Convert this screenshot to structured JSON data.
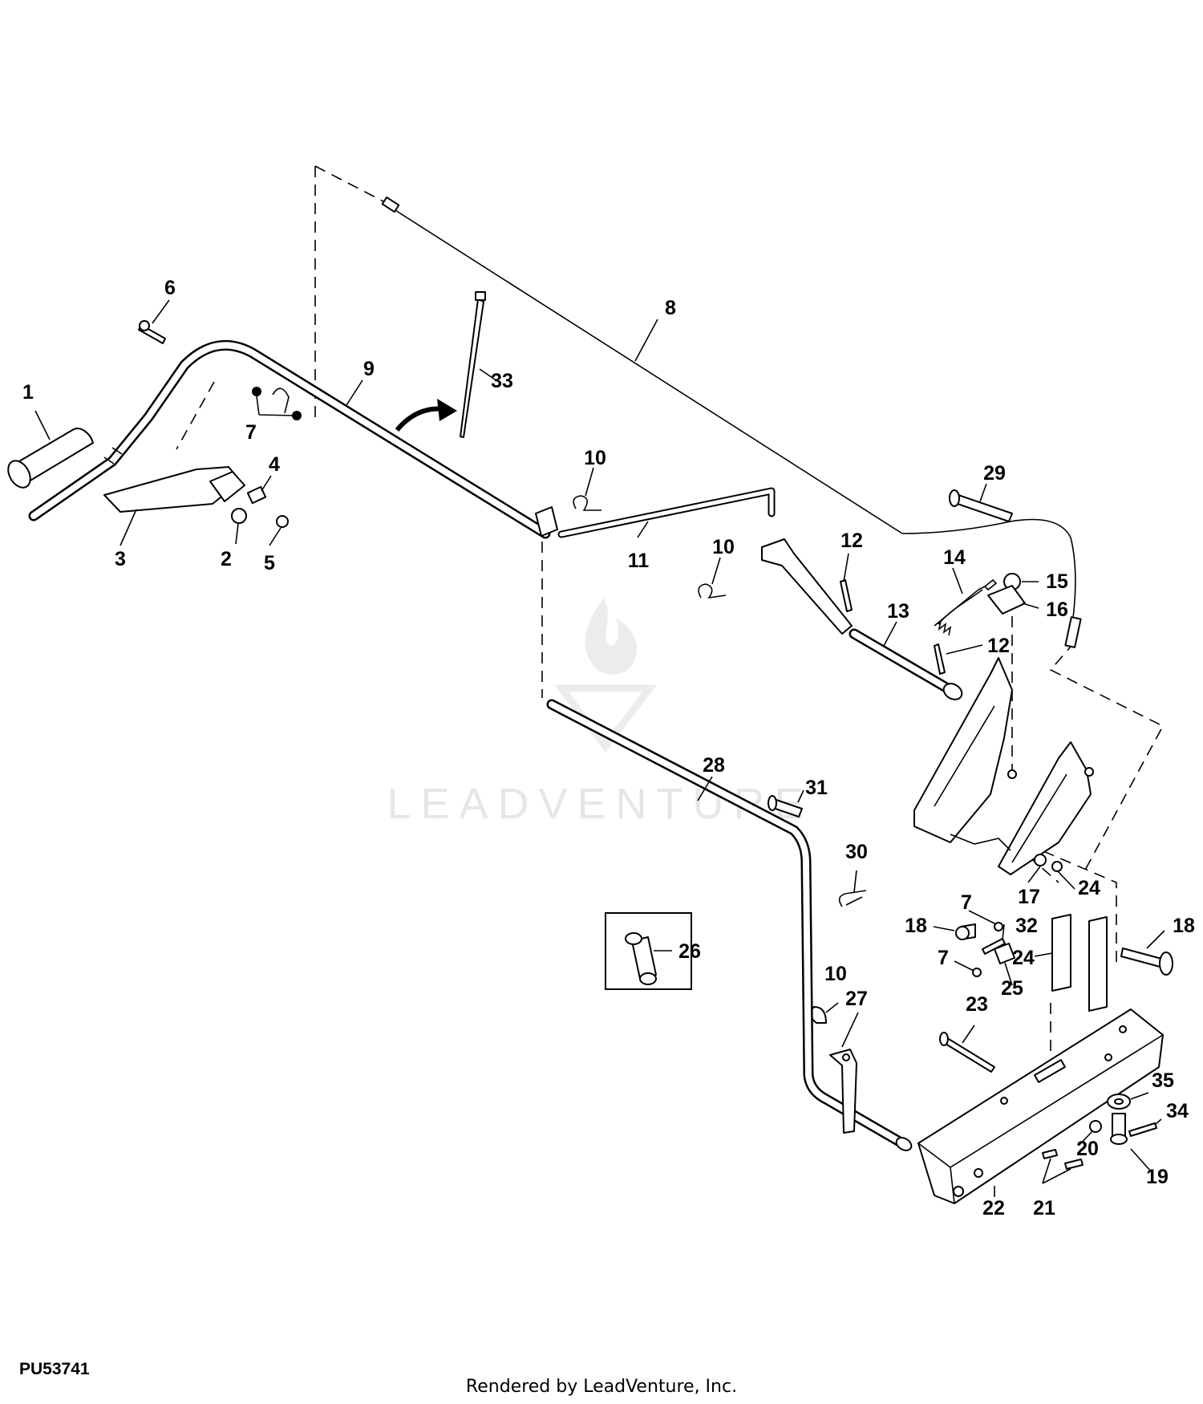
{
  "diagram": {
    "drawing_code": "PU53741",
    "credit": "Rendered by LeadVenture, Inc.",
    "watermark": "LEADVENTURE",
    "callouts": [
      {
        "id": "c1",
        "label": "1"
      },
      {
        "id": "c2",
        "label": "2"
      },
      {
        "id": "c3",
        "label": "3"
      },
      {
        "id": "c4",
        "label": "4"
      },
      {
        "id": "c5",
        "label": "5"
      },
      {
        "id": "c6",
        "label": "6"
      },
      {
        "id": "c7a",
        "label": "7"
      },
      {
        "id": "c8",
        "label": "8"
      },
      {
        "id": "c9",
        "label": "9"
      },
      {
        "id": "c10a",
        "label": "10"
      },
      {
        "id": "c11",
        "label": "11"
      },
      {
        "id": "c10b",
        "label": "10"
      },
      {
        "id": "c12a",
        "label": "12"
      },
      {
        "id": "c13",
        "label": "13"
      },
      {
        "id": "c12b",
        "label": "12"
      },
      {
        "id": "c14",
        "label": "14"
      },
      {
        "id": "c15",
        "label": "15"
      },
      {
        "id": "c16",
        "label": "16"
      },
      {
        "id": "c29",
        "label": "29"
      },
      {
        "id": "c33",
        "label": "33"
      },
      {
        "id": "c28",
        "label": "28"
      },
      {
        "id": "c31",
        "label": "31"
      },
      {
        "id": "c30",
        "label": "30"
      },
      {
        "id": "c26",
        "label": "26"
      },
      {
        "id": "c17",
        "label": "17"
      },
      {
        "id": "c24a",
        "label": "24"
      },
      {
        "id": "c7b",
        "label": "7"
      },
      {
        "id": "c32",
        "label": "32"
      },
      {
        "id": "c18a",
        "label": "18"
      },
      {
        "id": "c18b",
        "label": "18"
      },
      {
        "id": "c7c",
        "label": "7"
      },
      {
        "id": "c24b",
        "label": "24"
      },
      {
        "id": "c25",
        "label": "25"
      },
      {
        "id": "c10c",
        "label": "10"
      },
      {
        "id": "c27",
        "label": "27"
      },
      {
        "id": "c23",
        "label": "23"
      },
      {
        "id": "c35",
        "label": "35"
      },
      {
        "id": "c34",
        "label": "34"
      },
      {
        "id": "c20",
        "label": "20"
      },
      {
        "id": "c19",
        "label": "19"
      },
      {
        "id": "c22",
        "label": "22"
      },
      {
        "id": "c21",
        "label": "21"
      }
    ]
  }
}
